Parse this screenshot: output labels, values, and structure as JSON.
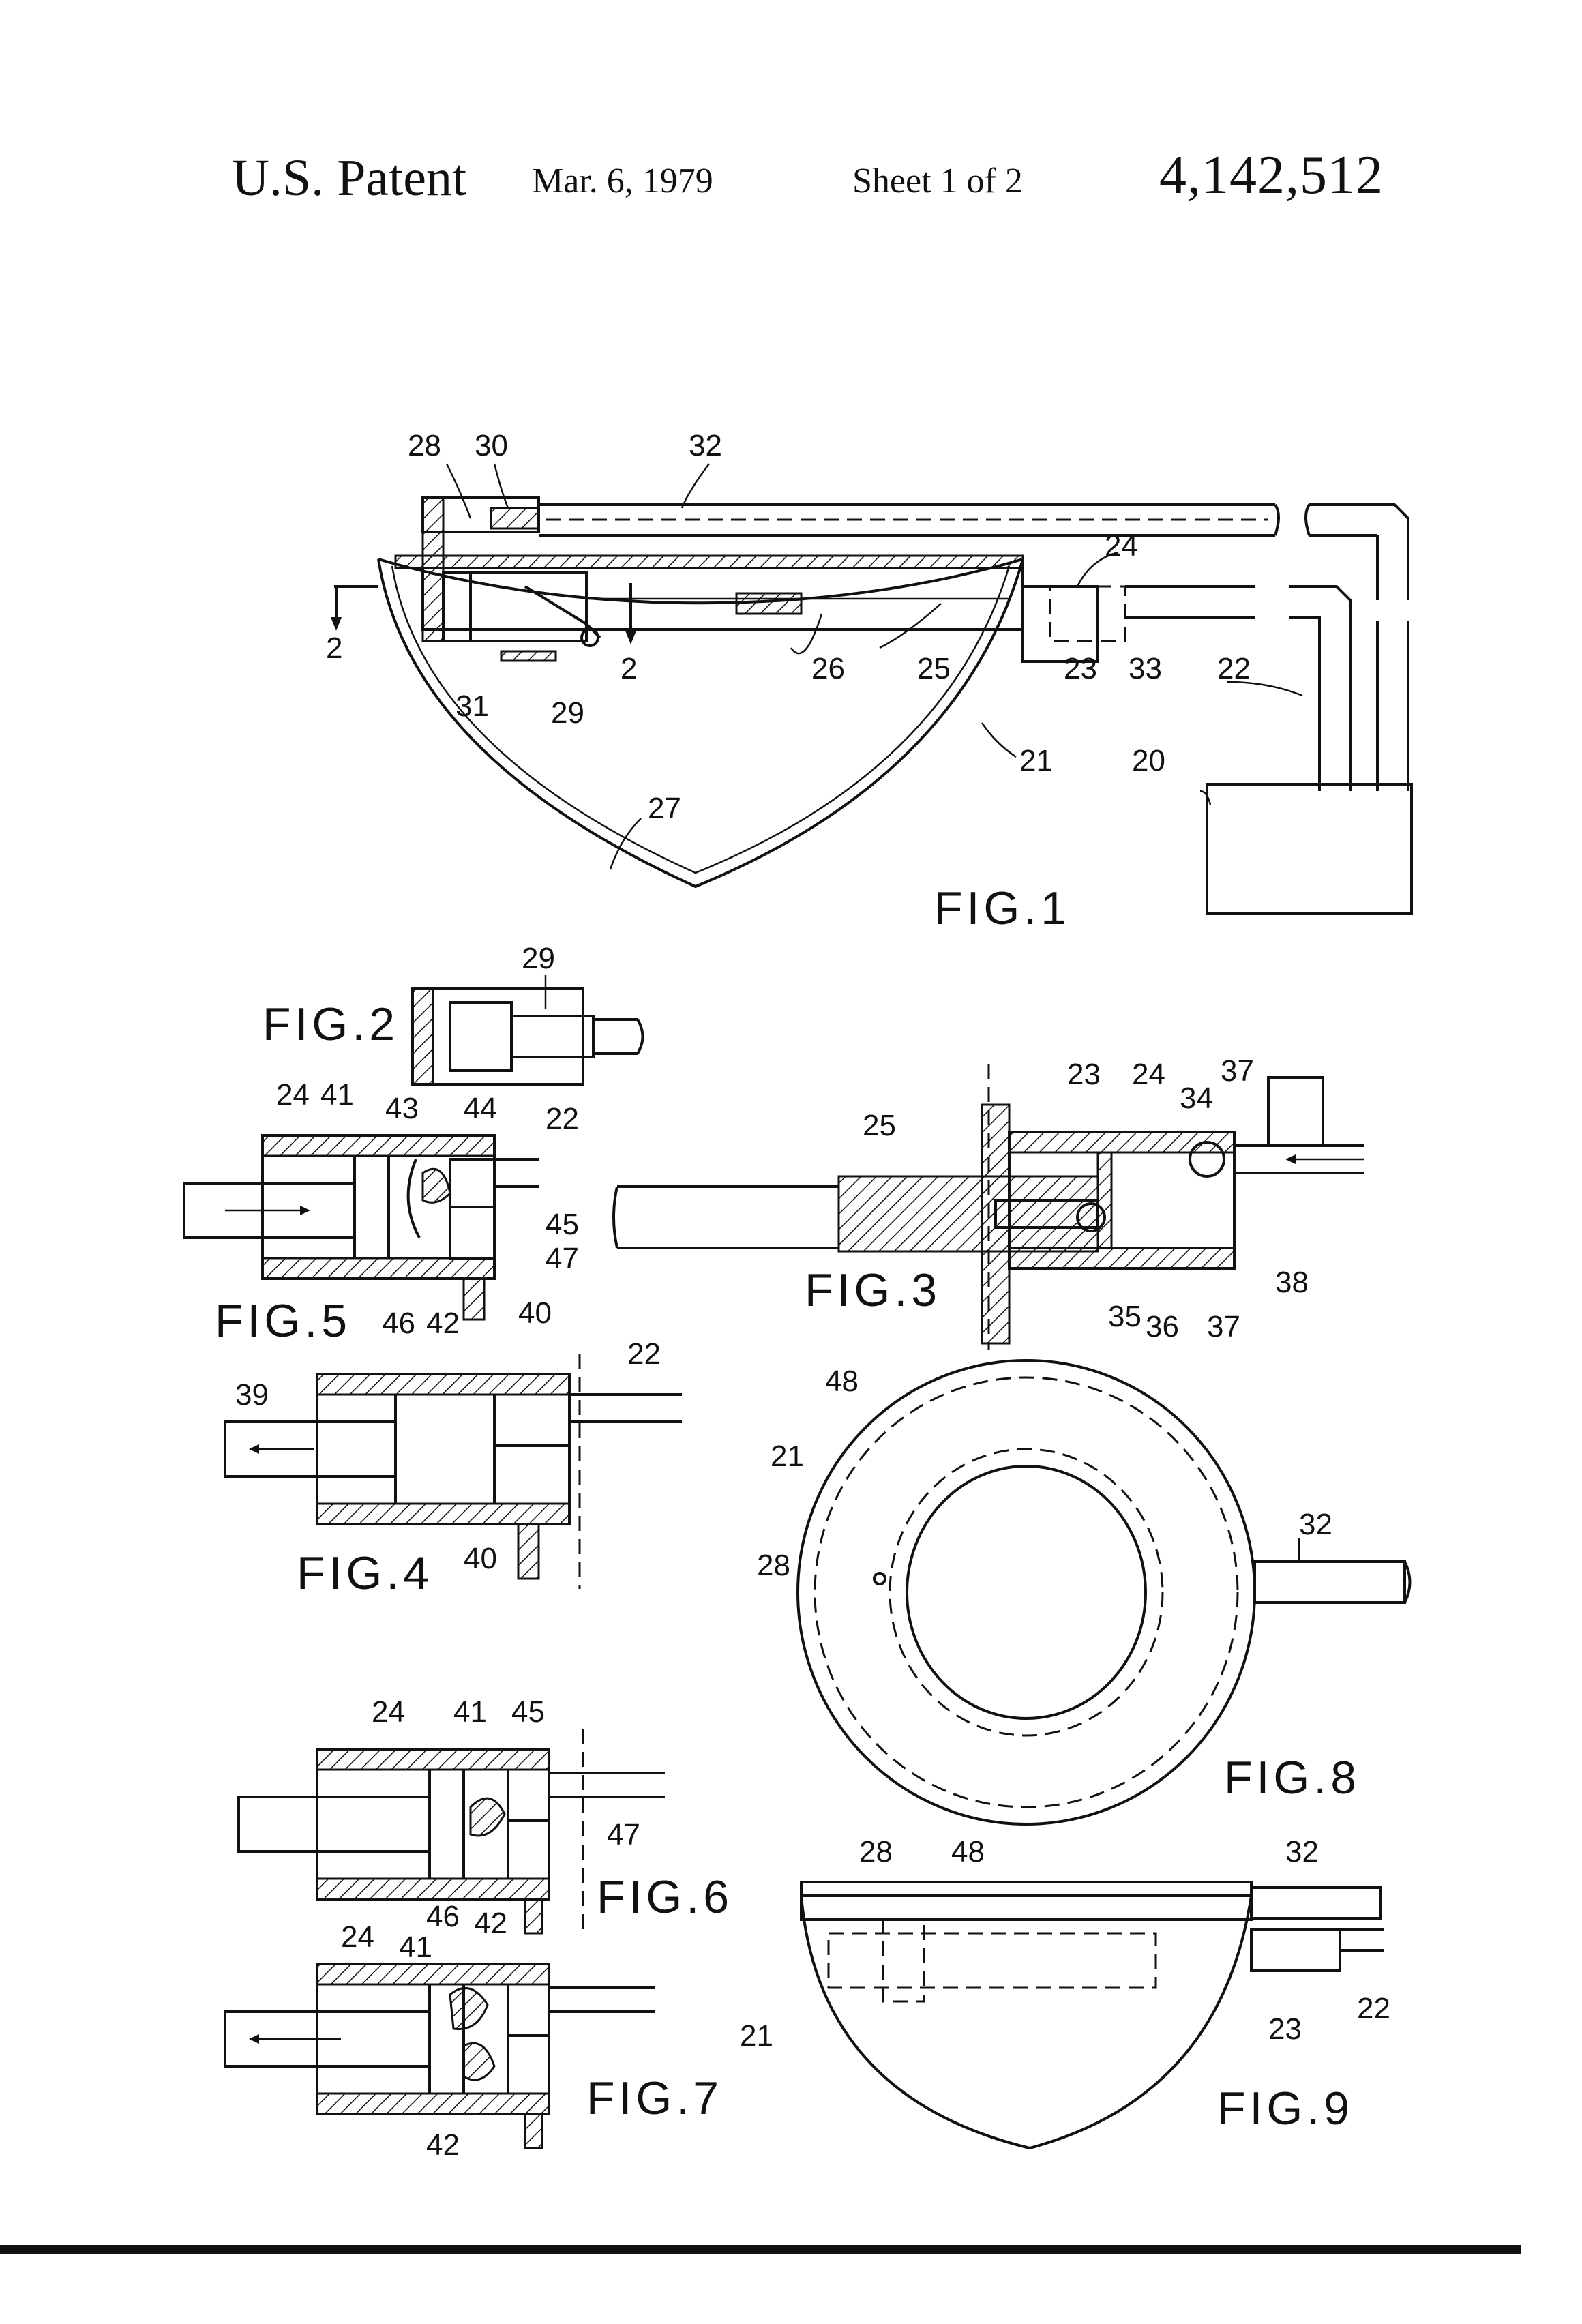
{
  "header": {
    "title": "U.S. Patent",
    "date": "Mar. 6, 1979",
    "sheet": "Sheet 1 of 2",
    "patent_number": "4,142,512"
  },
  "figures": {
    "fig1": {
      "caption": "FIG.1",
      "labels": [
        "28",
        "30",
        "32",
        "24",
        "2",
        "2",
        "26",
        "25",
        "23",
        "33",
        "22",
        "31",
        "29",
        "21",
        "20",
        "27"
      ]
    },
    "fig2": {
      "caption": "FIG.2",
      "labels": [
        "29"
      ]
    },
    "fig3": {
      "caption": "FIG.3",
      "labels": [
        "23",
        "24",
        "37",
        "34",
        "25",
        "38",
        "35",
        "36",
        "37"
      ]
    },
    "fig4": {
      "caption": "FIG.4",
      "labels": [
        "22",
        "39",
        "40"
      ]
    },
    "fig5": {
      "caption": "FIG.5",
      "labels": [
        "24",
        "41",
        "43",
        "44",
        "22",
        "45",
        "47",
        "46",
        "42",
        "40"
      ]
    },
    "fig6": {
      "caption": "FIG.6",
      "labels": [
        "24",
        "41",
        "45",
        "47",
        "46",
        "42"
      ]
    },
    "fig7": {
      "caption": "FIG.7",
      "labels": [
        "24",
        "41",
        "42"
      ]
    },
    "fig8": {
      "caption": "FIG.8",
      "labels": [
        "48",
        "21",
        "28",
        "32"
      ]
    },
    "fig9": {
      "caption": "FIG.9",
      "labels": [
        "28",
        "48",
        "32",
        "21",
        "23",
        "22"
      ]
    }
  }
}
